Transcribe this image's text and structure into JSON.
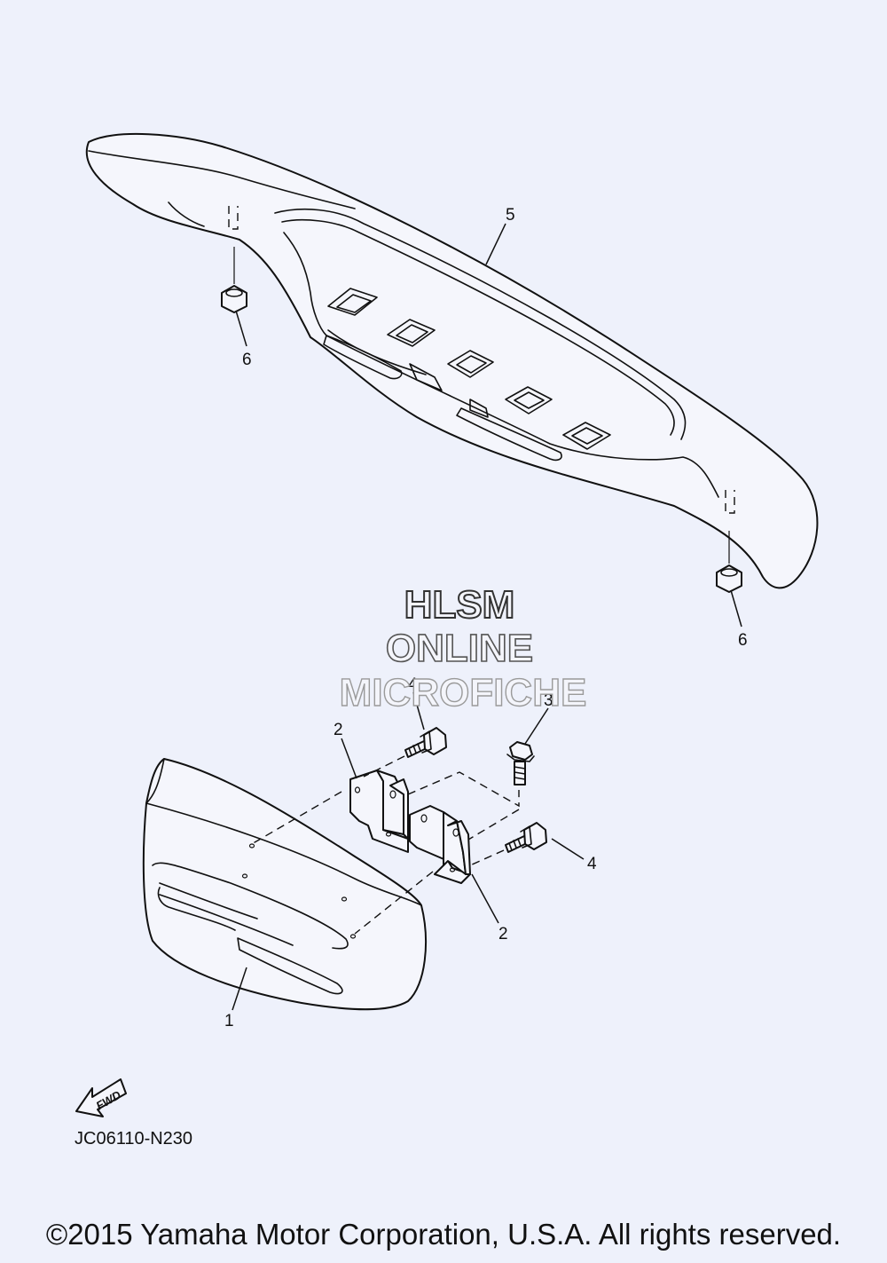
{
  "diagram": {
    "code": "JC06110-N230",
    "fwd_label": "FWD",
    "callouts": {
      "part_1": "1",
      "part_2_upper": "2",
      "part_2_lower": "2",
      "part_3": "3",
      "part_4_upper": "4",
      "part_4_lower": "4",
      "part_5": "5",
      "part_6_left": "6",
      "part_6_right": "6"
    }
  },
  "watermark": {
    "line1": "HLSM",
    "line2": "ONLINE",
    "line3": "MICROFICHE"
  },
  "footer": {
    "copyright": "©2015 Yamaha Motor Corporation, U.S.A. All rights reserved."
  }
}
